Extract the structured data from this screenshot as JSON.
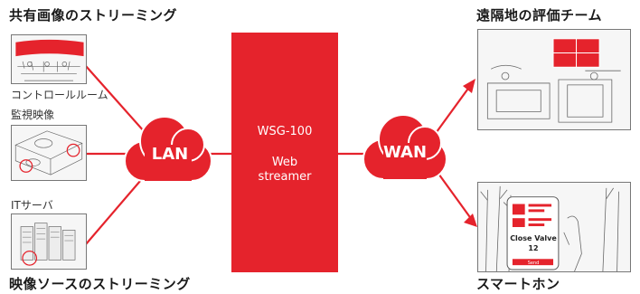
{
  "colors": {
    "accent": "#e5232c",
    "line": "#e5232c",
    "frame": "#777777"
  },
  "titles": {
    "shared_streaming": "共有画像のストリーミング",
    "remote_team": "遠隔地の評価チーム",
    "source_streaming": "映像ソースのストリーミング",
    "smartphone": "スマートホン"
  },
  "captions": {
    "control_room": "コントロールルーム",
    "surveillance": "監視映像",
    "it_server": "ITサーバ"
  },
  "streamer": {
    "model": "WSG-100",
    "line1": "Web",
    "line2": "streamer"
  },
  "clouds": {
    "lan": "LAN",
    "wan": "WAN"
  },
  "phone_screen": {
    "label": "Close Valve",
    "value": "12",
    "button": "Send"
  }
}
